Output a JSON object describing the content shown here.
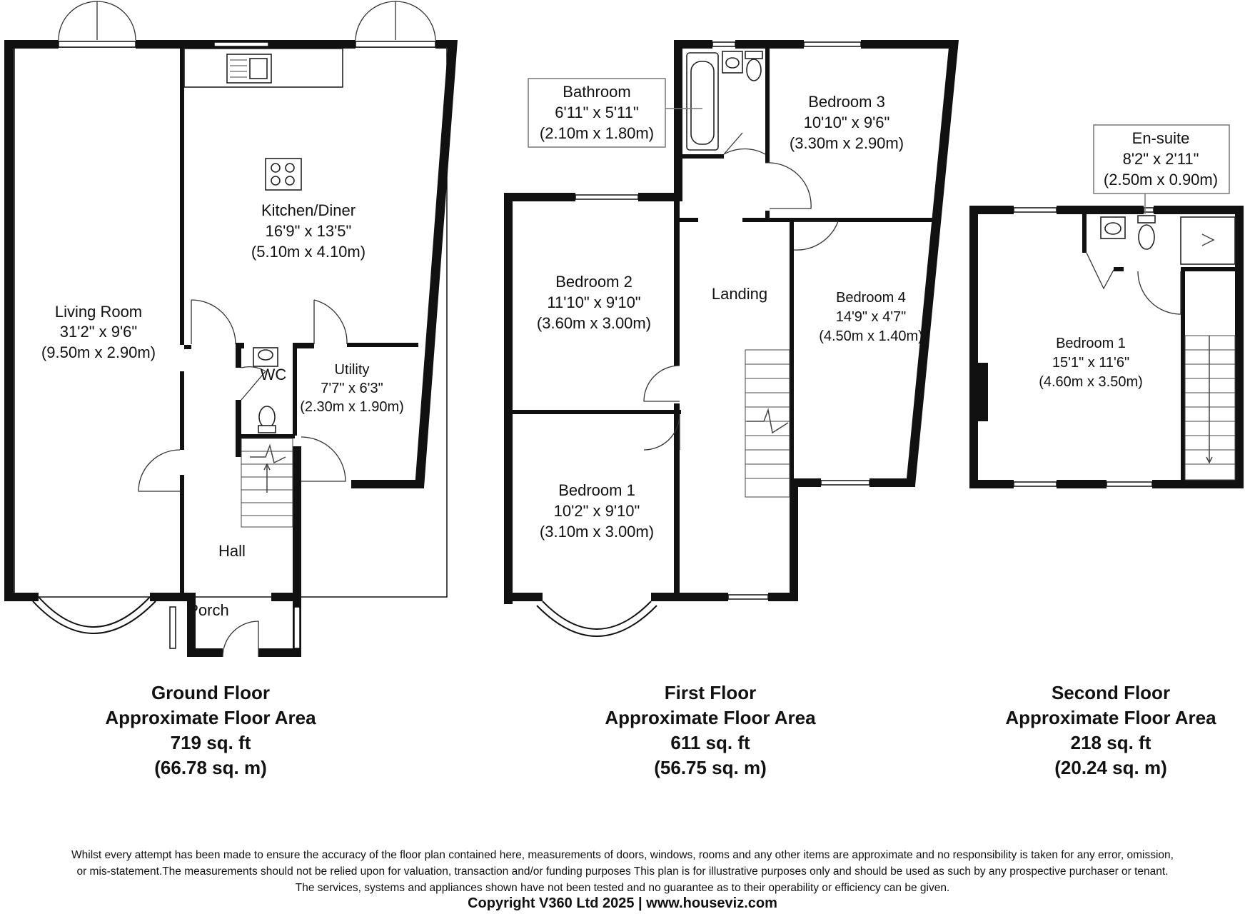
{
  "ground_floor": {
    "rooms": {
      "living": {
        "name": "Living Room",
        "imperial": "31'2\" x 9'6\"",
        "metric": "(9.50m x 2.90m)"
      },
      "kitchen": {
        "name": "Kitchen/Diner",
        "imperial": "16'9\" x 13'5\"",
        "metric": "(5.10m x 4.10m)"
      },
      "utility": {
        "name": "Utility",
        "imperial": "7'7\" x 6'3\"",
        "metric": "(2.30m x 1.90m)"
      },
      "wc": {
        "name": "WC"
      },
      "hall": {
        "name": "Hall"
      },
      "porch": {
        "name": "Porch"
      }
    },
    "caption": {
      "title": "Ground Floor",
      "subtitle": "Approximate Floor Area",
      "area_ft": "719 sq. ft",
      "area_m": "(66.78 sq. m)"
    }
  },
  "first_floor": {
    "rooms": {
      "bathroom": {
        "name": "Bathroom",
        "imperial": "6'11\" x 5'11\"",
        "metric": "(2.10m x 1.80m)"
      },
      "bedroom3": {
        "name": "Bedroom 3",
        "imperial": "10'10\" x 9'6\"",
        "metric": "(3.30m x 2.90m)"
      },
      "bedroom2": {
        "name": "Bedroom 2",
        "imperial": "11'10\" x 9'10\"",
        "metric": "(3.60m x 3.00m)"
      },
      "landing": {
        "name": "Landing"
      },
      "bedroom4": {
        "name": "Bedroom 4",
        "imperial": "14'9\" x 4'7\"",
        "metric": "(4.50m x 1.40m)"
      },
      "bedroom1": {
        "name": "Bedroom 1",
        "imperial": "10'2\" x 9'10\"",
        "metric": "(3.10m x 3.00m)"
      }
    },
    "caption": {
      "title": "First Floor",
      "subtitle": "Approximate Floor Area",
      "area_ft": "611 sq. ft",
      "area_m": "(56.75 sq. m)"
    }
  },
  "second_floor": {
    "rooms": {
      "ensuite": {
        "name": "En-suite",
        "imperial": "8'2\" x 2'11\"",
        "metric": "(2.50m x 0.90m)"
      },
      "bedroom1": {
        "name": "Bedroom 1",
        "imperial": "15'1\" x 11'6\"",
        "metric": "(4.60m x 3.50m)"
      }
    },
    "caption": {
      "title": "Second Floor",
      "subtitle": "Approximate Floor Area",
      "area_ft": "218 sq. ft",
      "area_m": "(20.24 sq. m)"
    }
  },
  "disclaimer": {
    "line1": "Whilst every attempt has been made to ensure the accuracy of the floor plan contained here, measurements of doors, windows, rooms and any other items are approximate and no responsibility is taken for any error, omission,",
    "line2": "or mis-statement.The measurements should not be relied upon for valuation, transaction and/or funding purposes This plan is for illustrative purposes only and should be used as such by any prospective purchaser or tenant.",
    "line3": "The services, systems and appliances shown have not been tested and no guarantee as to their operability or efficiency can be given."
  },
  "copyright": "Copyright V360 Ltd 2025 | www.houseviz.com"
}
